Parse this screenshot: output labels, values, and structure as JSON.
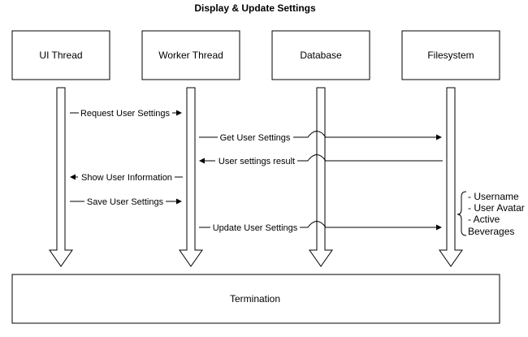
{
  "title": "Display & Update Settings",
  "participants": [
    {
      "id": "ui",
      "label": "UI Thread"
    },
    {
      "id": "worker",
      "label": "Worker Thread"
    },
    {
      "id": "db",
      "label": "Database"
    },
    {
      "id": "fs",
      "label": "Filesystem"
    }
  ],
  "messages": [
    {
      "from": "ui",
      "to": "worker",
      "label": "Request User Settings"
    },
    {
      "from": "worker",
      "to": "fs",
      "label": "Get User Settings"
    },
    {
      "from": "fs",
      "to": "worker",
      "label": "User settings result"
    },
    {
      "from": "worker",
      "to": "ui",
      "label": "Show User Information"
    },
    {
      "from": "ui",
      "to": "worker",
      "label": "Save User Settings"
    },
    {
      "from": "worker",
      "to": "fs",
      "label": "Update User Settings"
    }
  ],
  "note": {
    "attached_to": "fs",
    "lines": [
      "- Username",
      "- User Avatar",
      "- Active",
      "Beverages"
    ]
  },
  "termination": {
    "label": "Termination"
  },
  "colors": {
    "stroke": "#000000",
    "fill": "#ffffff",
    "text": "#000000"
  }
}
